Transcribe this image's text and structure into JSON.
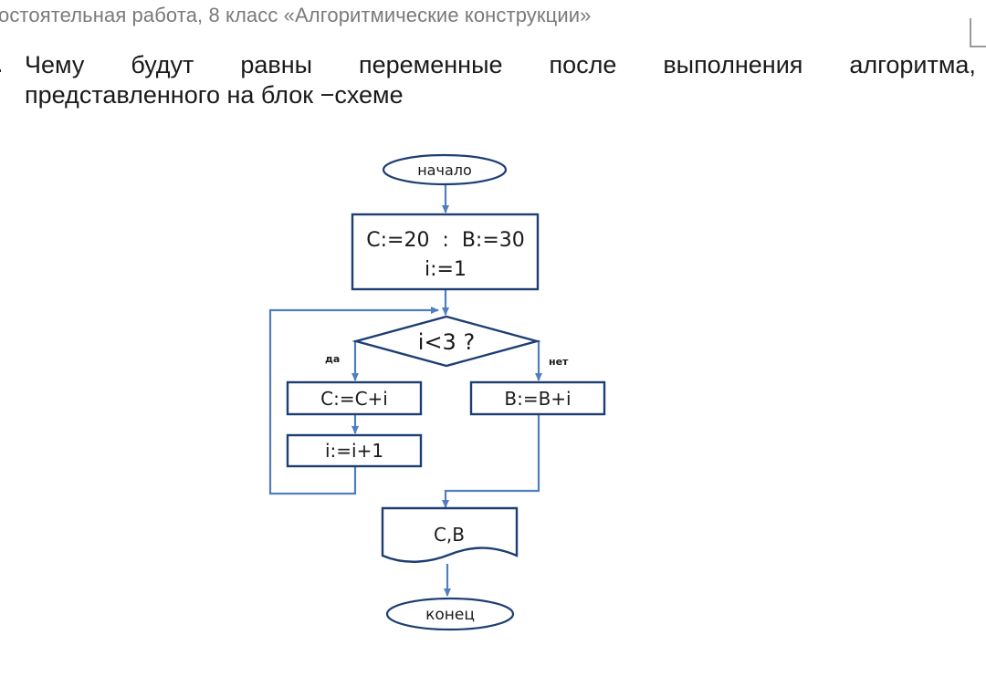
{
  "header": {
    "title": "остоятельная работа, 8 класс «Алгоритмические конструкции»"
  },
  "question": {
    "number": ".",
    "words_line1": [
      "Чему",
      "будут",
      "равны",
      "переменные",
      "после",
      "выполнения",
      "алгоритма,"
    ],
    "line2": "представленного на блок −схеме"
  },
  "flowchart": {
    "start": "начало",
    "init_line1": "C:=20  :  B:=30",
    "init_line2": "i:=1",
    "condition": "i<3 ?",
    "yes_label": "да",
    "no_label": "нет",
    "yes_step1": "C:=C+i",
    "yes_step2": "i:=i+1",
    "no_step": "B:=B+i",
    "output": "C,B",
    "end": "конец"
  },
  "colors": {
    "arrow": "#4f7fbf",
    "box_border": "#1d3e73"
  }
}
